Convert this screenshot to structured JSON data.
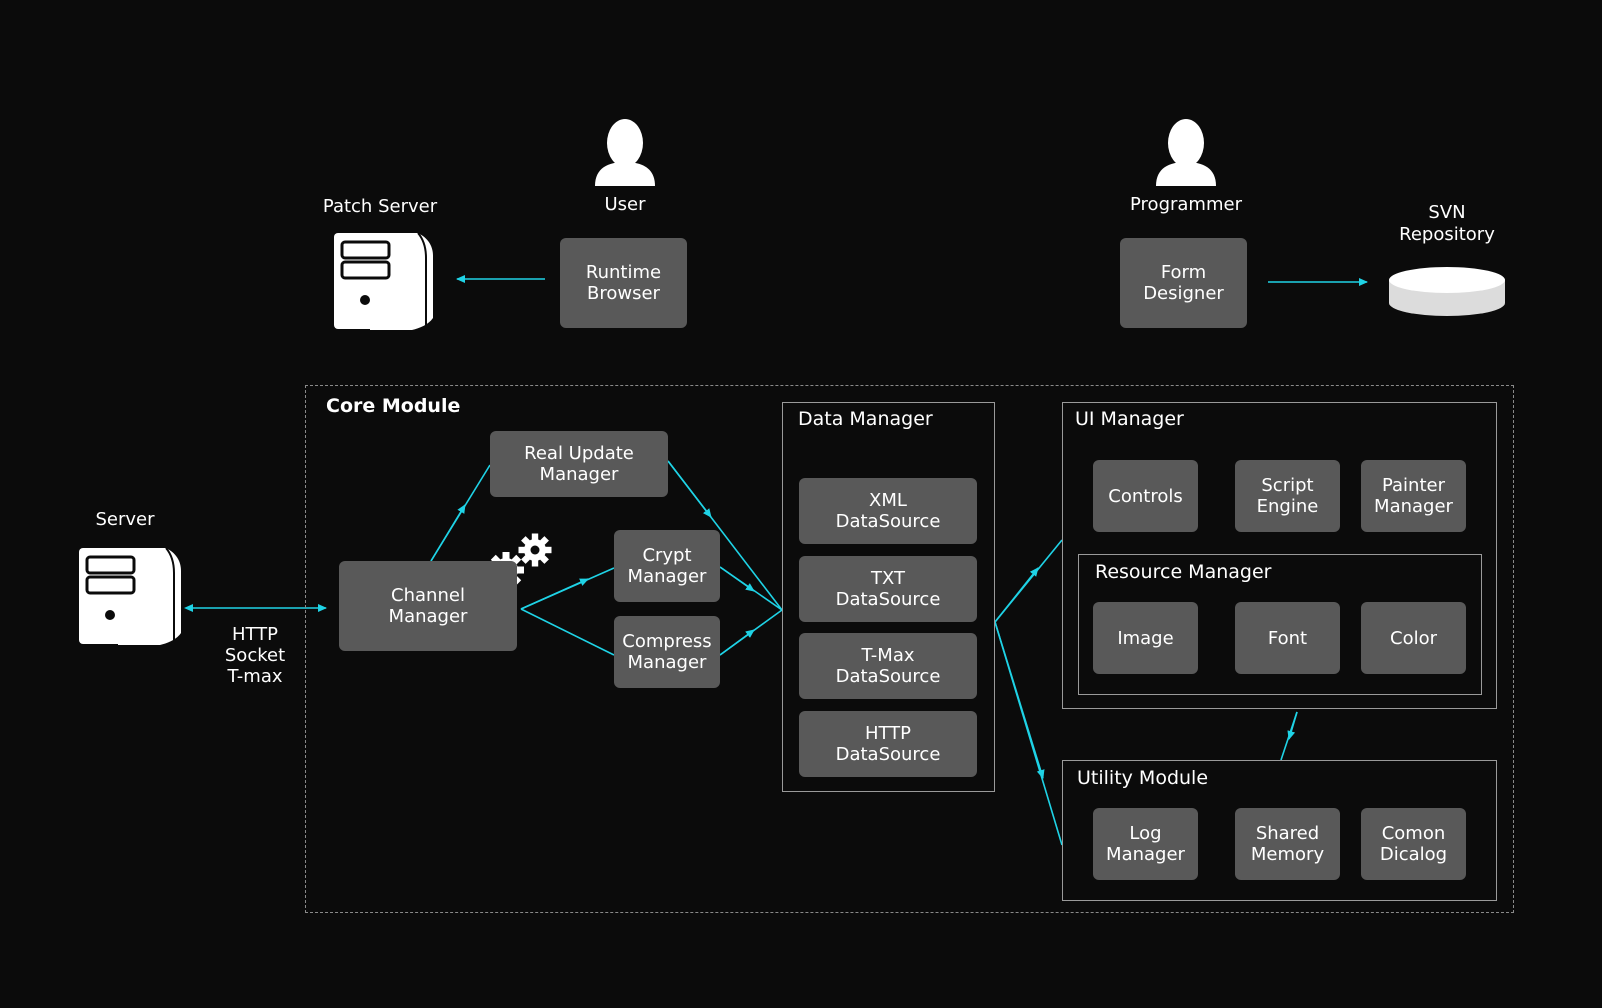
{
  "top": {
    "patch_server_label": "Patch Server",
    "user_label": "User",
    "programmer_label": "Programmer",
    "svn_label": "SVN\nRepository",
    "runtime_browser": "Runtime\nBrowser",
    "form_designer": "Form\nDesigner"
  },
  "server": {
    "label": "Server",
    "protocols": "HTTP\nSocket\nT-max"
  },
  "core": {
    "title": "Core Module",
    "real_update_manager": "Real Update\nManager",
    "channel_manager": "Channel\nManager",
    "crypt_manager": "Crypt\nManager",
    "compress_manager": "Compress\nManager"
  },
  "data_manager": {
    "title": "Data Manager",
    "items": [
      "XML\nDataSource",
      "TXT\nDataSource",
      "T-Max\nDataSource",
      "HTTP\nDataSource"
    ]
  },
  "ui_manager": {
    "title": "UI Manager",
    "items": [
      "Controls",
      "Script\nEngine",
      "Painter\nManager"
    ],
    "resource_manager": {
      "title": "Resource Manager",
      "items": [
        "Image",
        "Font",
        "Color"
      ]
    }
  },
  "utility_module": {
    "title": "Utility Module",
    "items": [
      "Log\nManager",
      "Shared\nMemory",
      "Comon\nDicalog"
    ]
  },
  "colors": {
    "background": "#0b0b0b",
    "box_fill": "#595959",
    "connector": "#1fd3e6",
    "frame": "#9a9a9a"
  },
  "icons": [
    "user-icon",
    "programmer-icon",
    "server-icon",
    "database-icon",
    "gears-icon"
  ]
}
